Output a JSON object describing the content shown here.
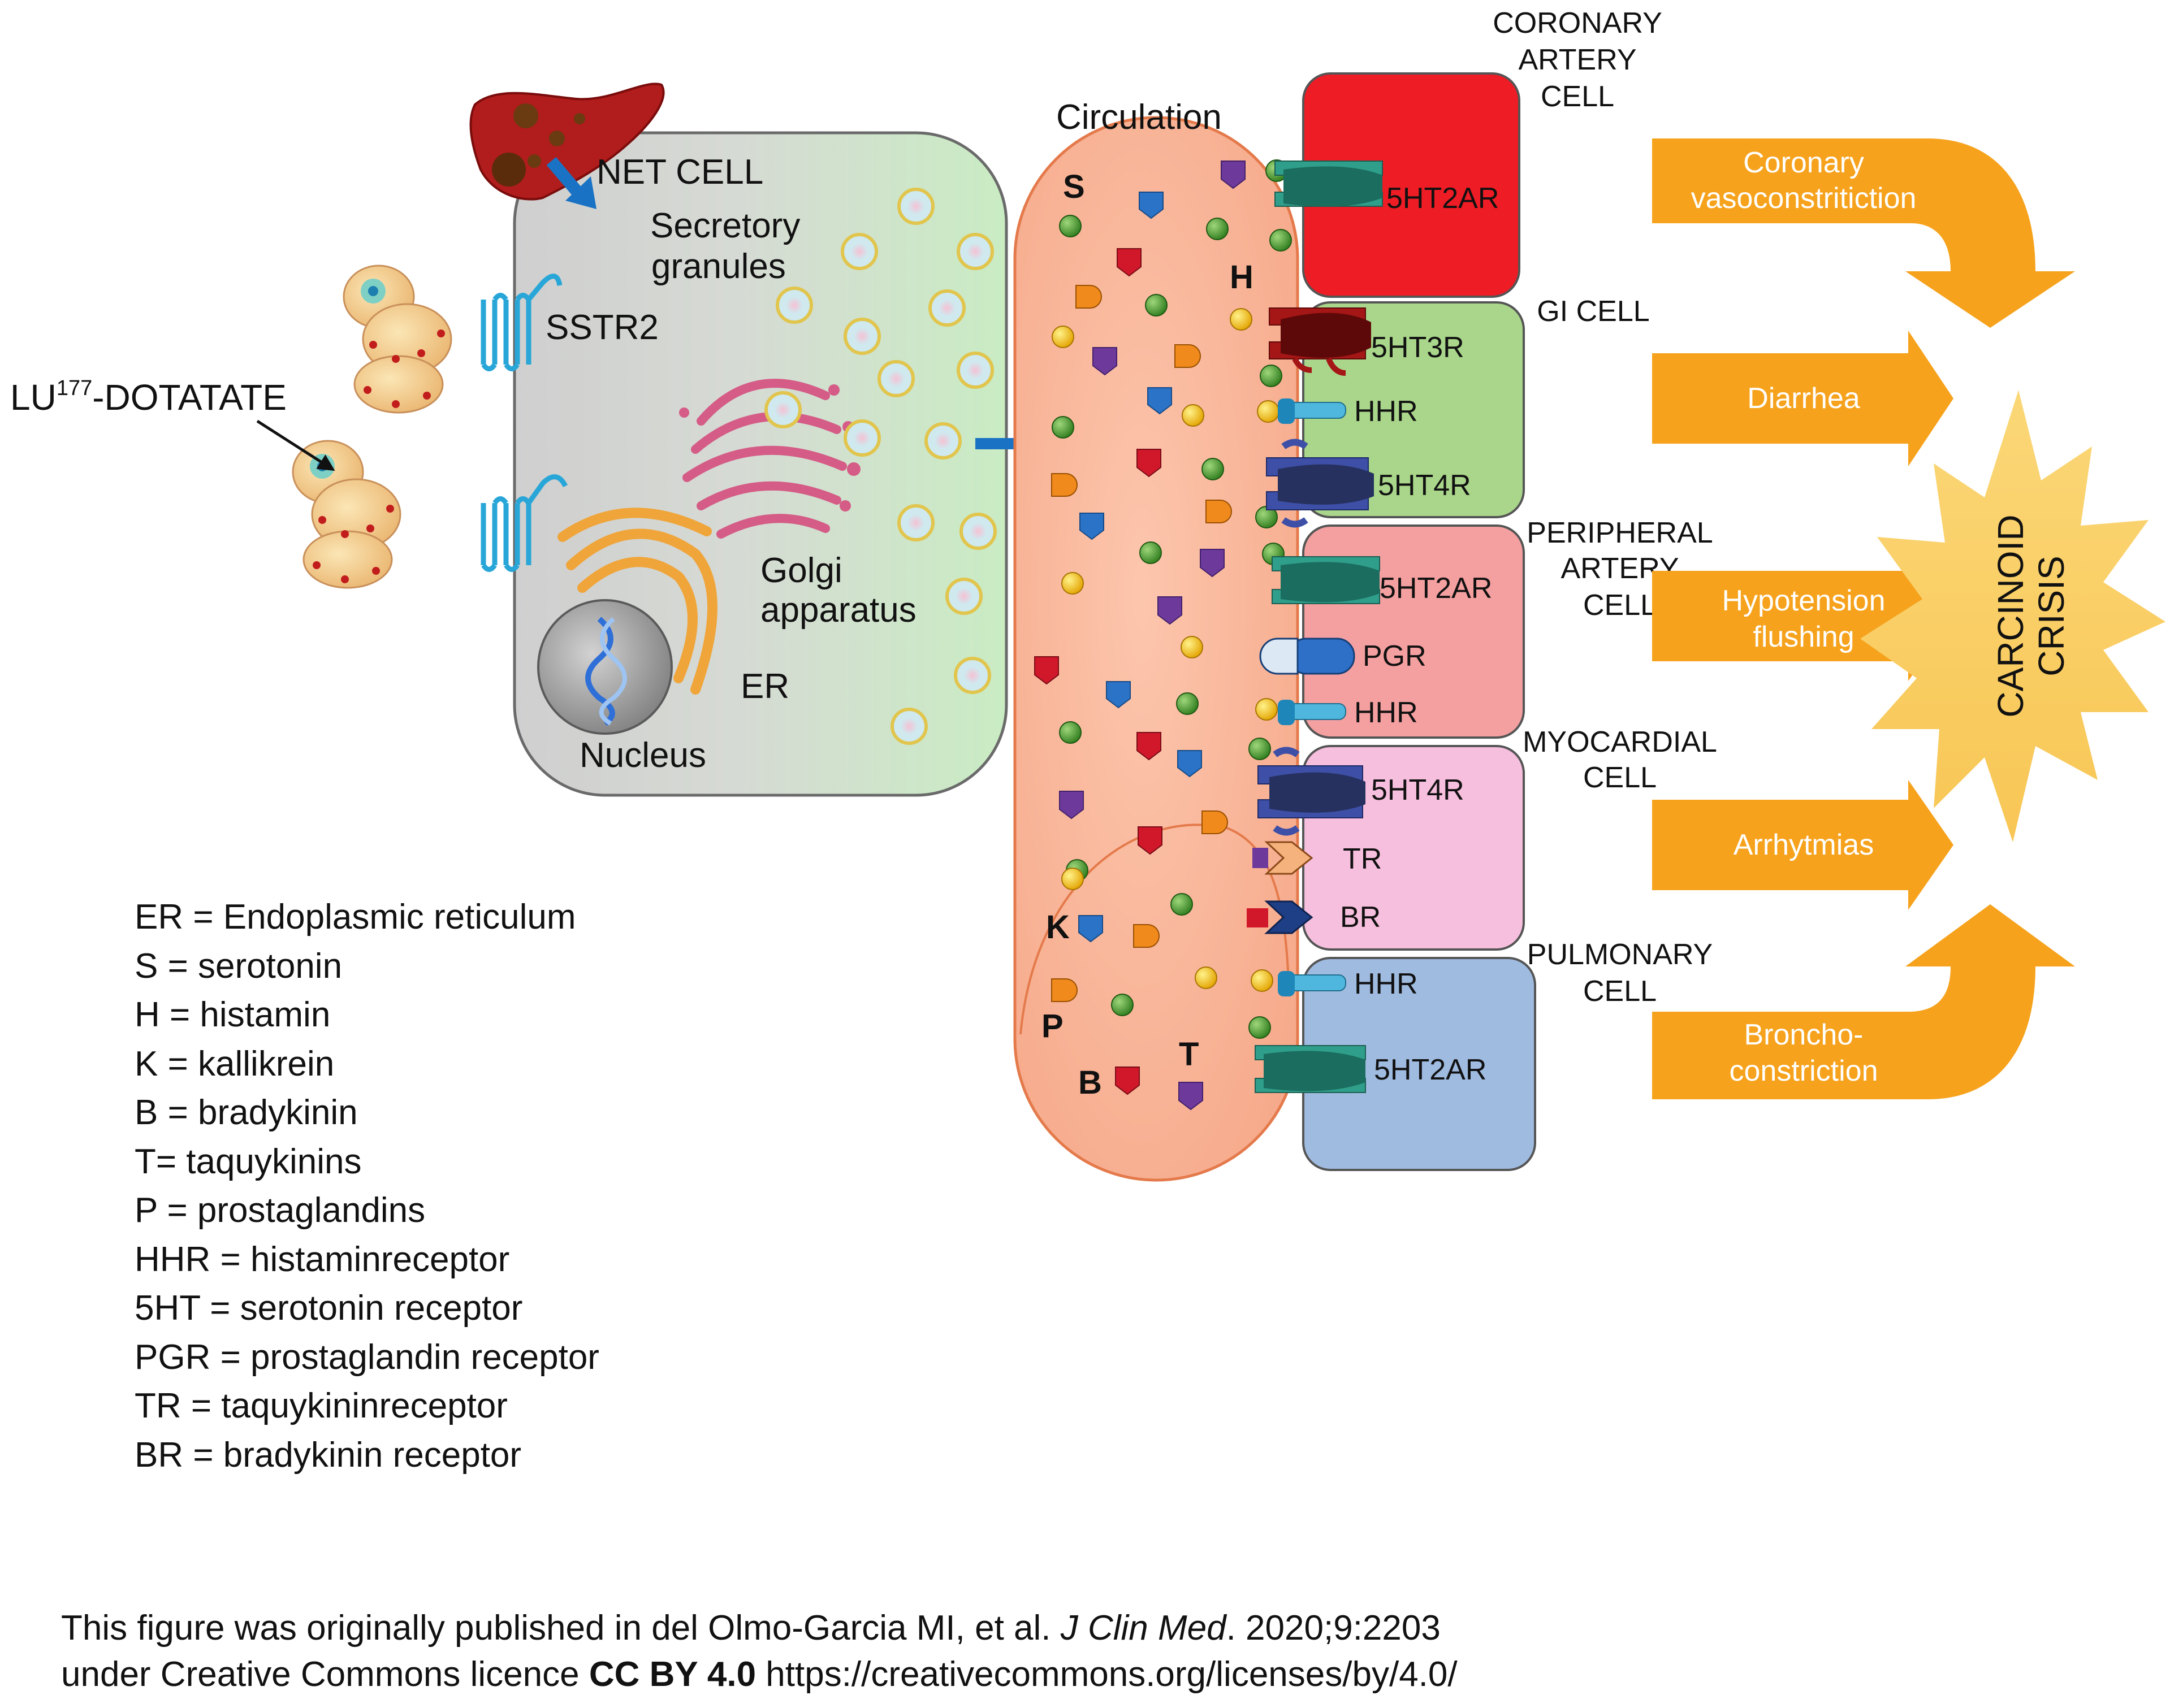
{
  "net_cell": {
    "title": "NET CELL",
    "secretory_line1": "Secretory",
    "secretory_line2": "granules",
    "sstr2": "SSTR2",
    "golgi_line1": "Golgi",
    "golgi_line2": "apparatus",
    "er": "ER",
    "nucleus": "Nucleus"
  },
  "drug": {
    "prefix": "LU",
    "superscript": "177",
    "suffix": "-DOTATATE"
  },
  "circulation": {
    "title": "Circulation",
    "markers": {
      "s": "S",
      "h": "H",
      "k": "K",
      "p": "P",
      "b": "B",
      "t": "T"
    }
  },
  "target_cells": {
    "coronary": {
      "label_line1": "CORONARY",
      "label_line2": "ARTERY",
      "label_line3": "CELL",
      "receptor1": "5HT2AR",
      "color": "#ee1c25"
    },
    "gi": {
      "label": "GI CELL",
      "receptor1": "5HT3R",
      "receptor2": "HHR",
      "receptor3": "5HT4R",
      "color": "#a9d68a"
    },
    "peripheral": {
      "label_line1": "PERIPHERAL",
      "label_line2": "ARTERY",
      "label_line3": "CELL",
      "receptor1": "5HT2AR",
      "receptor2": "PGR",
      "receptor3": "HHR",
      "color": "#f5a0a0"
    },
    "myocardial": {
      "label_line1": "MYOCARDIAL",
      "label_line2": "CELL",
      "receptor1": "5HT4R",
      "receptor2": "TR",
      "receptor3": "BR",
      "color": "#f7bfde"
    },
    "pulmonary": {
      "label_line1": "PULMONARY",
      "label_line2": "CELL",
      "receptor1": "HHR",
      "receptor2": "5HT2AR",
      "color": "#9fbbe0"
    }
  },
  "effects": {
    "coronary_line1": "Coronary",
    "coronary_line2": "vasoconstritiction",
    "diarrhea": "Diarrhea",
    "hypotension_line1": "Hypotension",
    "hypotension_line2": "flushing",
    "arrhythmias": "Arrhytmias",
    "broncho_line1": "Broncho-",
    "broncho_line2": "constriction",
    "color": "#f6a21c"
  },
  "crisis": {
    "line1": "CARCINOID",
    "line2": "CRISIS",
    "color": "#fad36a"
  },
  "legend": [
    "ER = Endoplasmic reticulum",
    "S = serotonin",
    "H = histamin",
    "K = kallikrein",
    "B = bradykinin",
    "T= taquykinins",
    "P = prostaglandins",
    "HHR = histaminreceptor",
    "5HT = serotonin receptor",
    "PGR = prostaglandin receptor",
    "TR = taquykininreceptor",
    "BR = bradykinin receptor"
  ],
  "credit": {
    "line1_a": "This figure was originally published in del Olmo-Garcia MI, et al. ",
    "line1_journal": "J Clin Med",
    "line1_b": ". 2020;9:2203",
    "line2_a": "under Creative Commons licence ",
    "line2_licence": "CC BY 4.0",
    "line2_b": " https://creativecommons.org/licenses/by/4.0/"
  }
}
